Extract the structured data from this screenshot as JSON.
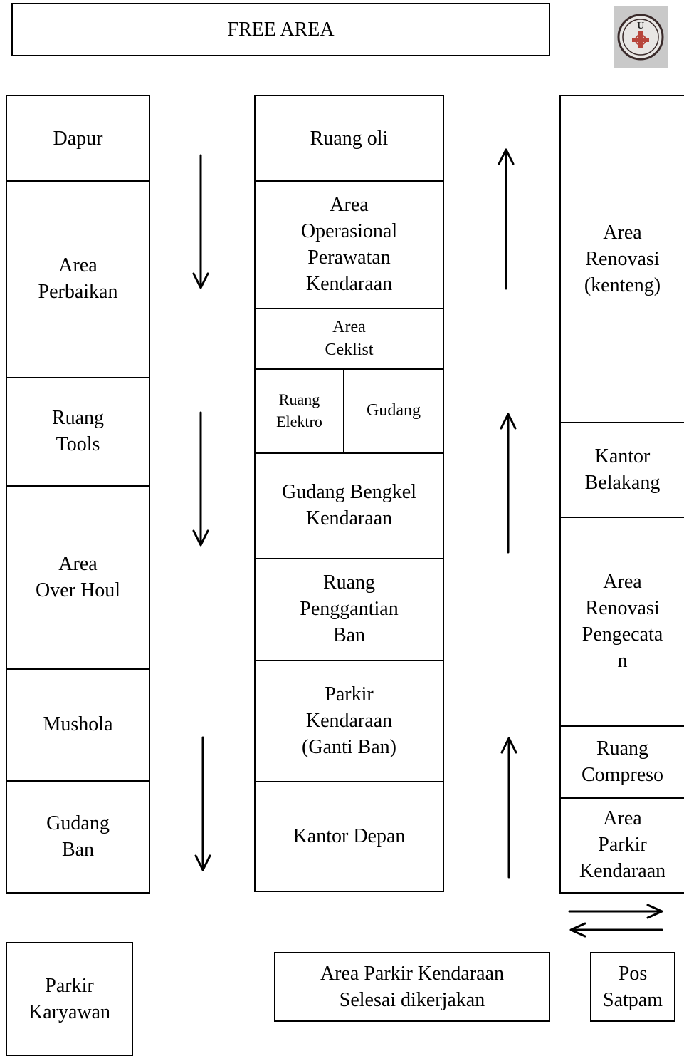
{
  "header": {
    "title": "FREE AREA"
  },
  "logo": {
    "letter": "U"
  },
  "left_column": {
    "dapur": "Dapur",
    "area_perbaikan": "Area\nPerbaikan",
    "ruang_tools": "Ruang\nTools",
    "area_over_houl": "Area\nOver Houl",
    "mushola": "Mushola",
    "gudang_ban": "Gudang\nBan"
  },
  "middle_column": {
    "ruang_oli": "Ruang oli",
    "area_operasional": "Area\nOperasional\nPerawatan\nKendaraan",
    "area_ceklist": "Area\nCeklist",
    "ruang_elektro": "Ruang\nElektro",
    "gudang": "Gudang",
    "gudang_bengkel": "Gudang Bengkel\nKendaraan",
    "ruang_penggantian_ban": "Ruang\nPenggantian\nBan",
    "parkir_ganti_ban": "Parkir\nKendaraan\n(Ganti Ban)",
    "kantor_depan": "Kantor Depan"
  },
  "right_column": {
    "area_renovasi_kenteng": "Area\nRenovasi\n(kenteng)",
    "kantor_belakang": "Kantor\nBelakang",
    "area_renovasi_pengecatan": "Area\nRenovasi\nPengecata\nn",
    "ruang_compreso": "Ruang\nCompreso",
    "area_parkir_kendaraan": "Area\nParkir\nKendaraan"
  },
  "bottom": {
    "parkir_karyawan": "Parkir\nKaryawan",
    "area_parkir_selesai": "Area Parkir Kendaraan\nSelesai dikerjakan",
    "pos_satpam": "Pos\nSatpam"
  }
}
